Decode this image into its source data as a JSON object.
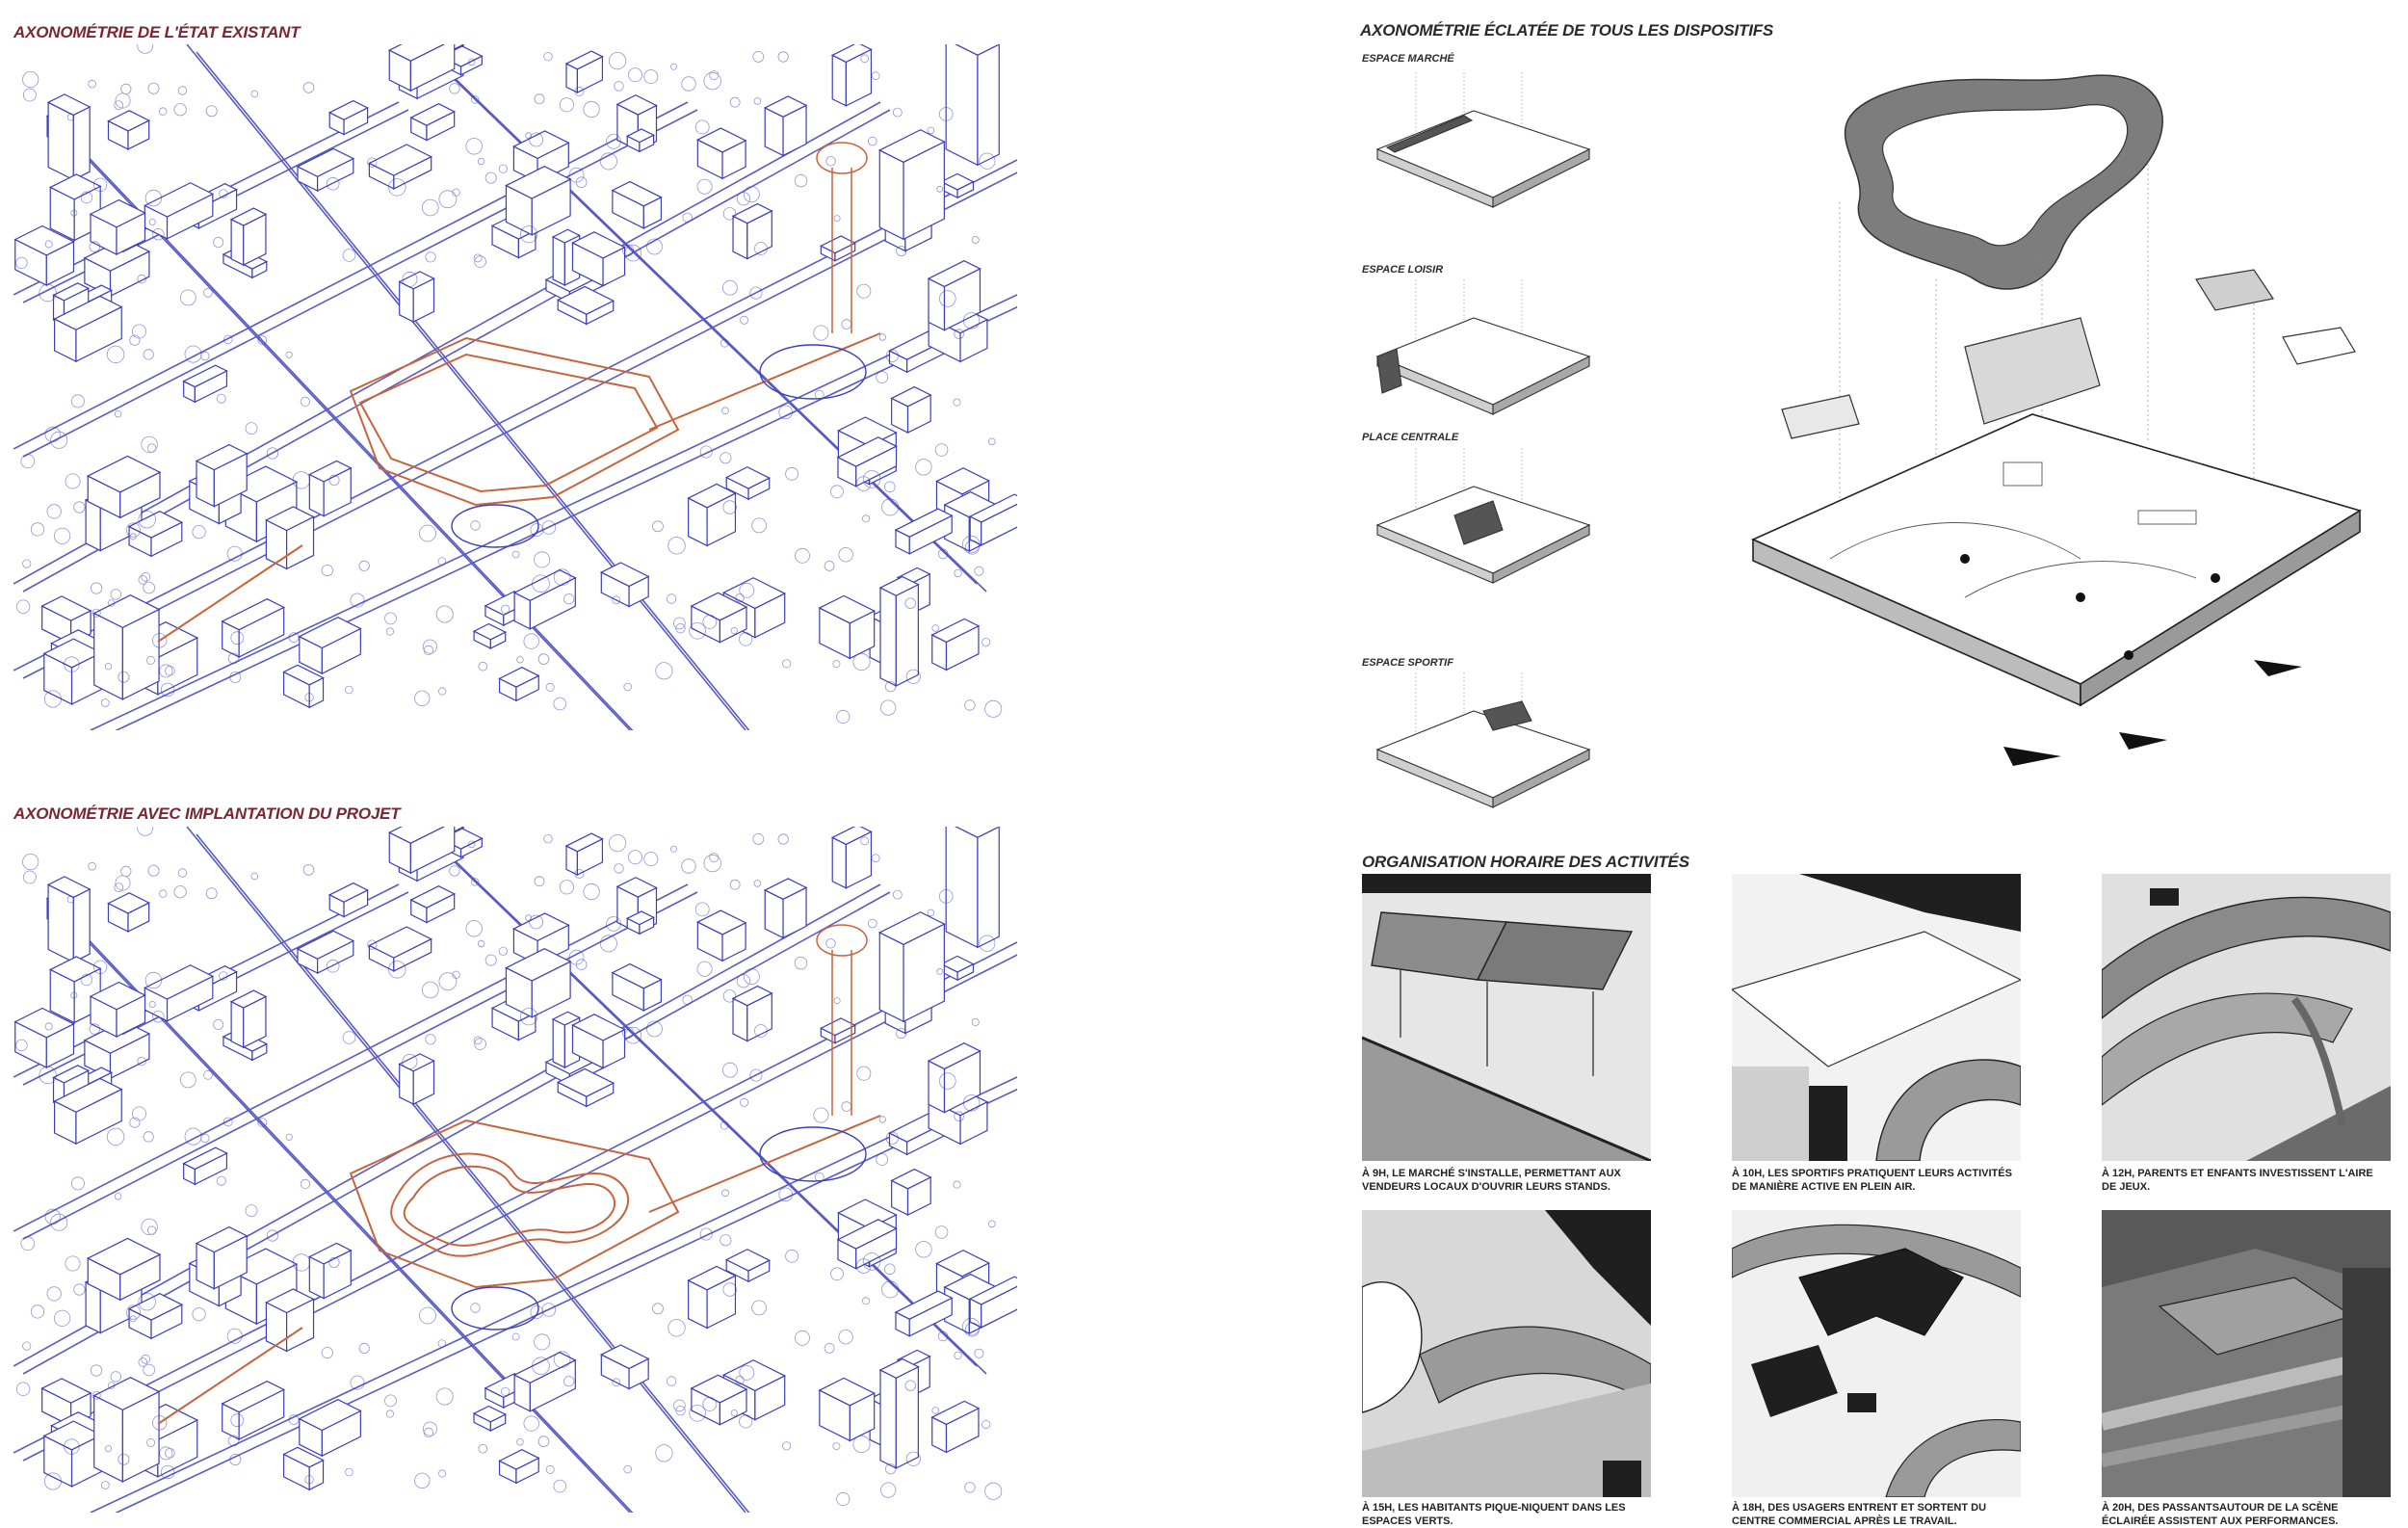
{
  "titles": {
    "existing": "AXONOMÉTRIE DE L'ÉTAT EXISTANT",
    "project": "AXONOMÉTRIE AVEC IMPLANTATION DU PROJET",
    "exploded": "AXONOMÉTRIE ÉCLATÉE DE TOUS LES DISPOSITIFS",
    "schedule": "ORGANISATION HORAIRE DES ACTIVITÉS"
  },
  "devices": [
    {
      "label": "ESPACE MARCHÉ"
    },
    {
      "label": "ESPACE LOISIR"
    },
    {
      "label": "PLACE CENTRALE"
    },
    {
      "label": "ESPACE SPORTIF"
    }
  ],
  "activities": [
    {
      "caption": "À 9H, LE MARCHÉ S'INSTALLE, PERMETTANT AUX VENDEURS LOCAUX D'OUVRIR LEURS STANDS."
    },
    {
      "caption": "À 10H, LES SPORTIFS PRATIQUENT LEURS ACTIVITÉS DE MANIÈRE ACTIVE EN PLEIN AIR."
    },
    {
      "caption": "À 12H, PARENTS ET ENFANTS INVESTISSENT L'AIRE DE JEUX."
    },
    {
      "caption": "À 15H, LES HABITANTS PIQUE-NIQUENT DANS LES ESPACES VERTS."
    },
    {
      "caption": "À 18H, DES USAGERS ENTRENT ET SORTENT DU CENTRE COMMERCIAL APRÈS LE TRAVAIL."
    },
    {
      "caption": "À 20H, DES PASSANTSAUTOUR DE LA SCÈNE ÉCLAIRÉE ASSISTENT AUX PERFORMANCES."
    }
  ],
  "colors": {
    "city_lines": "#3b3fb8",
    "project_lines": "#c8643c",
    "title_red": "#7a2630",
    "ink": "#222222",
    "panel_dark": "#1f1f1f",
    "panel_mid": "#8c8c8c",
    "panel_light": "#e3e3e3"
  }
}
